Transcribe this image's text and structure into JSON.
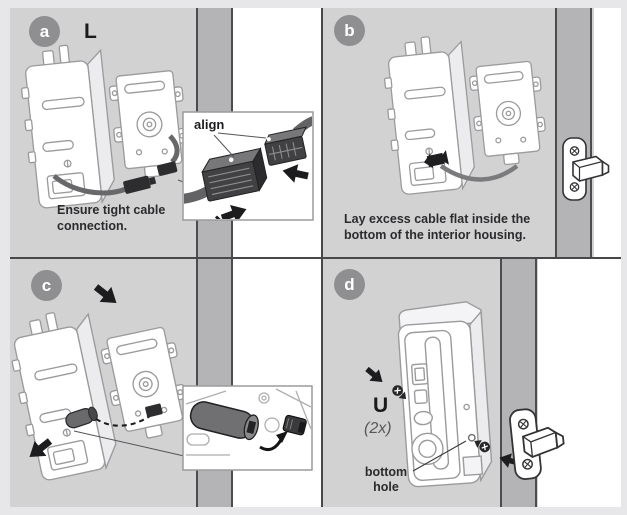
{
  "colors": {
    "outer_bg": "#e7e7e9",
    "panel_bg": "#d2d2d3",
    "door_edge": "#b4b4b6",
    "divider": "#48484a",
    "badge": "#8f8f91",
    "ink": "#2b2b2d",
    "lineart": "#9b9b9d"
  },
  "panels": {
    "a": {
      "badge": "a",
      "part_label": "L",
      "inset_label": "align",
      "caption": [
        "Ensure tight cable",
        "connection."
      ]
    },
    "b": {
      "badge": "b",
      "caption": [
        "Lay excess cable flat inside the",
        "bottom of the interior housing."
      ]
    },
    "c": {
      "badge": "c"
    },
    "d": {
      "badge": "d",
      "part_label": "U",
      "quantity": "(2x)",
      "callout": [
        "bottom",
        "hole"
      ]
    }
  }
}
